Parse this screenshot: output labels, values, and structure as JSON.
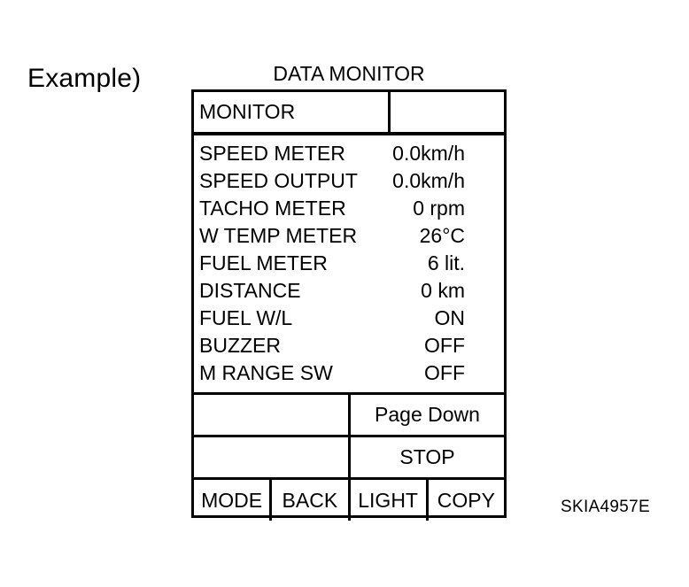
{
  "figure": {
    "example_label": "Example)",
    "reference_code": "SKIA4957E"
  },
  "screen": {
    "title": "DATA MONITOR",
    "header": {
      "left_label": "MONITOR",
      "right_label": ""
    },
    "items": [
      {
        "label": "SPEED METER",
        "value": "0.0km/h"
      },
      {
        "label": "SPEED OUTPUT",
        "value": "0.0km/h"
      },
      {
        "label": "TACHO METER",
        "value": "0 rpm"
      },
      {
        "label": "W TEMP METER",
        "value": "26°C"
      },
      {
        "label": "FUEL METER",
        "value": "6 lit."
      },
      {
        "label": "DISTANCE",
        "value": "0 km"
      },
      {
        "label": "FUEL W/L",
        "value": "ON"
      },
      {
        "label": "BUZZER",
        "value": "OFF"
      },
      {
        "label": "M RANGE SW",
        "value": "OFF"
      }
    ],
    "softkeys": [
      {
        "left_label": "",
        "right_label": "Page Down"
      },
      {
        "left_label": "",
        "right_label": "STOP"
      }
    ],
    "buttons": [
      {
        "label": "MODE"
      },
      {
        "label": "BACK"
      },
      {
        "label": "LIGHT"
      },
      {
        "label": "COPY"
      }
    ]
  },
  "colors": {
    "ink": "#000000",
    "paper": "#ffffff"
  }
}
